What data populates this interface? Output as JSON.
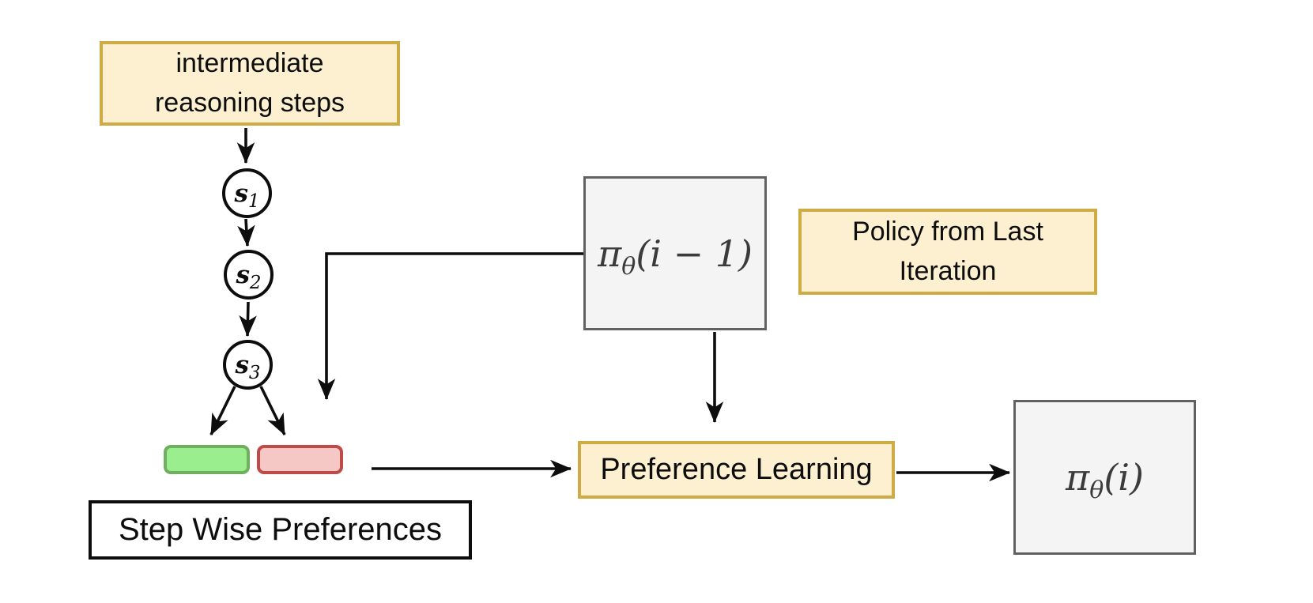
{
  "diagram": {
    "background": "#ffffff",
    "colors": {
      "label_box_fill": "#FCF0D0",
      "label_box_border": "#CFAB45",
      "policy_box_fill": "#F4F4F4",
      "policy_box_border": "#616161",
      "good_chunk_fill": "#9BEE8E",
      "good_chunk_border": "#6FAF5F",
      "bad_chunk_fill": "#F5C8C5",
      "bad_chunk_border": "#BE4B48",
      "arrow_color": "#0d0d0d"
    },
    "nodes": {
      "intermediate": {
        "lines": [
          "intermediate",
          "reasoning steps"
        ]
      },
      "steps": [
        {
          "symbol": "s",
          "sub": "1"
        },
        {
          "symbol": "s",
          "sub": "2"
        },
        {
          "symbol": "s",
          "sub": "3"
        }
      ],
      "policy_prev": {
        "symbol": "π",
        "sub": "θ",
        "args": "(i − 1)"
      },
      "policy_prev_label": {
        "lines": [
          "Policy from Last",
          "Iteration"
        ]
      },
      "preference_learning": {
        "label": "Preference Learning"
      },
      "step_wise": {
        "label": "Step Wise Preferences"
      },
      "policy_new": {
        "symbol": "π",
        "sub": "θ",
        "args": "(i)"
      }
    }
  }
}
